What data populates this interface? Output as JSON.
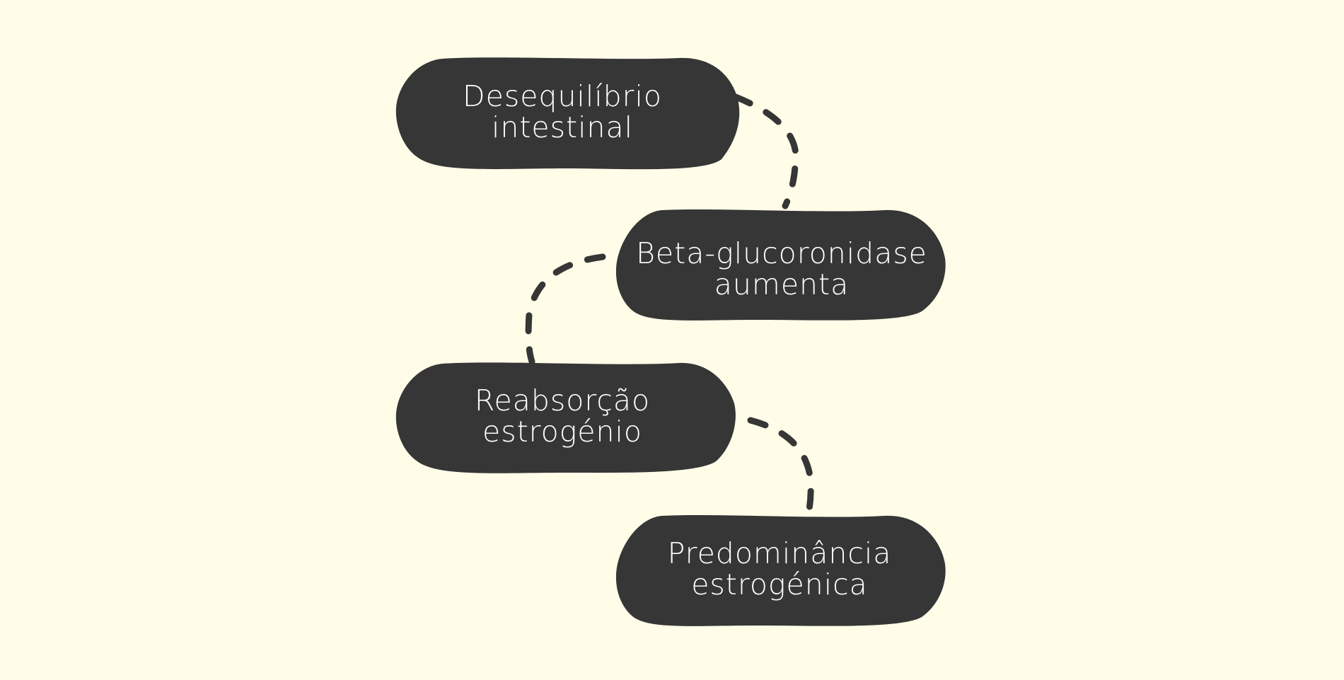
{
  "colors": {
    "background": "#fffde8",
    "node": "#363636",
    "text": "#ffffff"
  },
  "nodes": [
    {
      "line1": "Desequilíbrio",
      "line2": "intestinal"
    },
    {
      "line1": "Beta-glucoronidase",
      "line2": "aumenta"
    },
    {
      "line1": "Reabsorção",
      "line2": "estrogénio"
    },
    {
      "line1": "Predominância",
      "line2": "estrogénica"
    }
  ]
}
